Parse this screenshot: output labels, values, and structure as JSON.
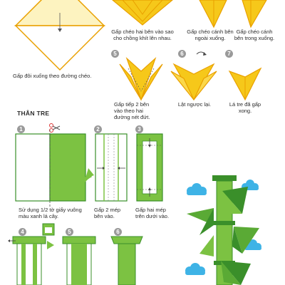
{
  "leaf_steps": {
    "fold_diagonal": "Gấp đôi xuống theo đường chéo.",
    "fold_two_edges": "Gấp chéo hai bên vào sao cho chồng khít lên nhau.",
    "fold_side": "Gấp chéo cánh bên ngoài xuống.",
    "fold_side_inward": "Gấp chéo cánh bên trong xuống.",
    "step5_num": "5",
    "step5_text": "Gấp tiếp 2 bên vào theo hai đường nét đứt.",
    "step6_num": "6",
    "step6_text": "Lật ngược lại.",
    "step7_num": "7",
    "step7_text": "Lá tre đã gấp xong."
  },
  "stem_section": {
    "title": "THÂN TRE",
    "steps": [
      {
        "num": "1",
        "text": "Sử dụng 1/2 tờ giấy vuông màu xanh lá cây."
      },
      {
        "num": "2",
        "text": "Gấp 2 mép bên vào."
      },
      {
        "num": "3",
        "text": "Gấp hai mép trên dưới vào."
      },
      {
        "num": "4",
        "text": ""
      },
      {
        "num": "5",
        "text": ""
      },
      {
        "num": "6",
        "text": ""
      }
    ]
  },
  "colors": {
    "leaf_yellow": "#f6c81a",
    "leaf_orange": "#e9a000",
    "stem_green": "#7cc242",
    "stem_dark": "#3a8f2a",
    "cloud_blue": "#3eb3e6"
  }
}
